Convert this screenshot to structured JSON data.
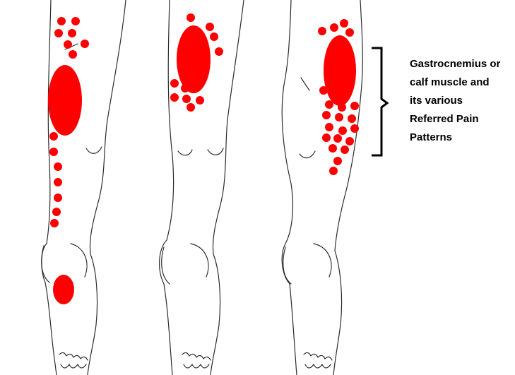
{
  "caption": {
    "lines": [
      "Gastrocnemius or",
      "calf muscle and",
      "its various",
      "Referred Pain",
      "Patterns"
    ]
  },
  "colors": {
    "pain": "#ff0000",
    "outline": "#2b2b2b",
    "bracket": "#000000"
  },
  "figures": [
    {
      "name": "leg-left",
      "view": "posterior leg with calf trigger point and pain referral to heel"
    },
    {
      "name": "leg-middle",
      "view": "posterior leg with upper calf trigger point"
    },
    {
      "name": "leg-right",
      "view": "posterior leg with upper calf trigger point and calf referral"
    }
  ]
}
